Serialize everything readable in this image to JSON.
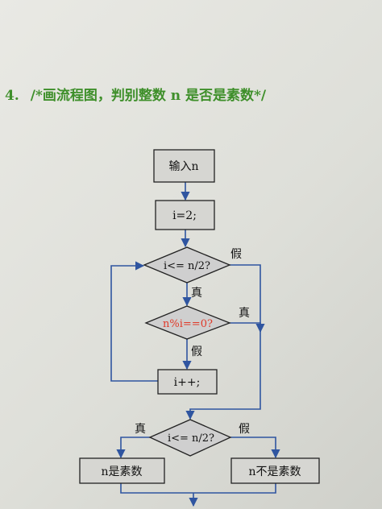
{
  "heading": {
    "number": "4.",
    "text": "/*画流程图，判别整数 n 是否是素数*/"
  },
  "nodes": {
    "input": "输入n",
    "init": "i=2;",
    "cond1": "i<= n/2?",
    "cond2": "n%i==0?",
    "increment": "i++;",
    "cond3": "i<= n/2?",
    "prime": "n是素数",
    "not_prime": "n不是素数"
  },
  "edges": {
    "cond1_no": "假",
    "cond1_yes": "真",
    "cond2_yes": "真",
    "cond2_no": "假",
    "cond3_yes": "真",
    "cond3_no": "假"
  },
  "colors": {
    "heading": "#3e8f2a",
    "arrow": "#2f55a0",
    "box_fill": "#d6d6d2",
    "diamond_fill": "#cfcfcf",
    "highlight": "#e03a2a"
  }
}
